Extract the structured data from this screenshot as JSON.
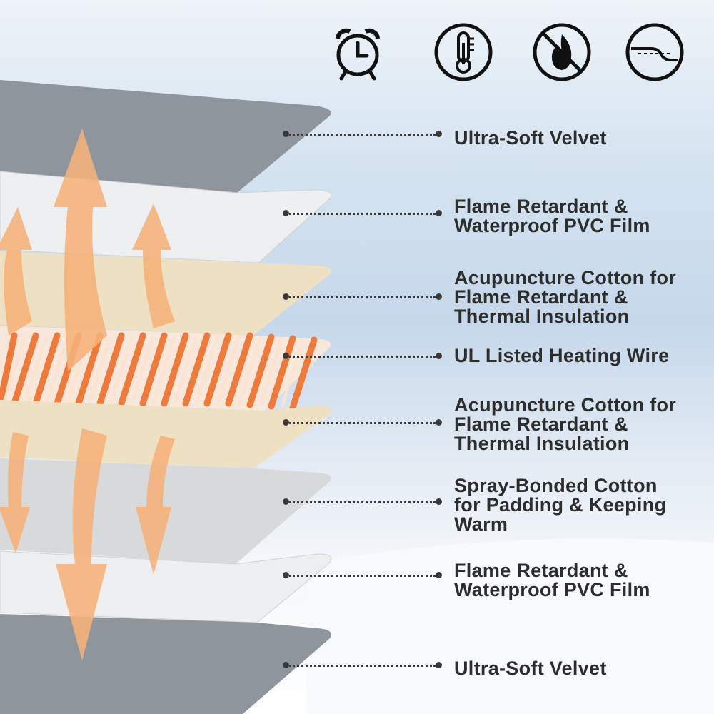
{
  "colors": {
    "velvet": "#8e949b",
    "film": "#ecedee",
    "cotton": "#efe2c6",
    "spray_cotton": "#d9dadc",
    "heating_wire": "#f07a3a",
    "heat_arrow": "#f6b27a",
    "text": "#2d2d2d",
    "leader": "#3a3a3a"
  },
  "icons": [
    {
      "name": "alarm-clock-icon"
    },
    {
      "name": "thermometer-icon"
    },
    {
      "name": "no-fire-icon"
    },
    {
      "name": "wave-icon"
    }
  ],
  "layers": [
    {
      "id": "velvet-top",
      "label": "Ultra-Soft Velvet"
    },
    {
      "id": "pvc-film-top",
      "label": "Flame Retardant &\nWaterproof PVC Film"
    },
    {
      "id": "acupuncture-cotton-top",
      "label": "Acupuncture Cotton for\nFlame Retardant &\nThermal Insulation"
    },
    {
      "id": "heating-wire",
      "label": "UL Listed Heating Wire"
    },
    {
      "id": "acupuncture-cotton-bottom",
      "label": "Acupuncture Cotton for\nFlame Retardant &\nThermal Insulation"
    },
    {
      "id": "spray-bonded-cotton",
      "label": "Spray-Bonded Cotton\nfor Padding & Keeping\nWarm"
    },
    {
      "id": "pvc-film-bottom",
      "label": "Flame Retardant &\nWaterproof PVC Film"
    },
    {
      "id": "velvet-bottom",
      "label": "Ultra-Soft Velvet"
    }
  ]
}
